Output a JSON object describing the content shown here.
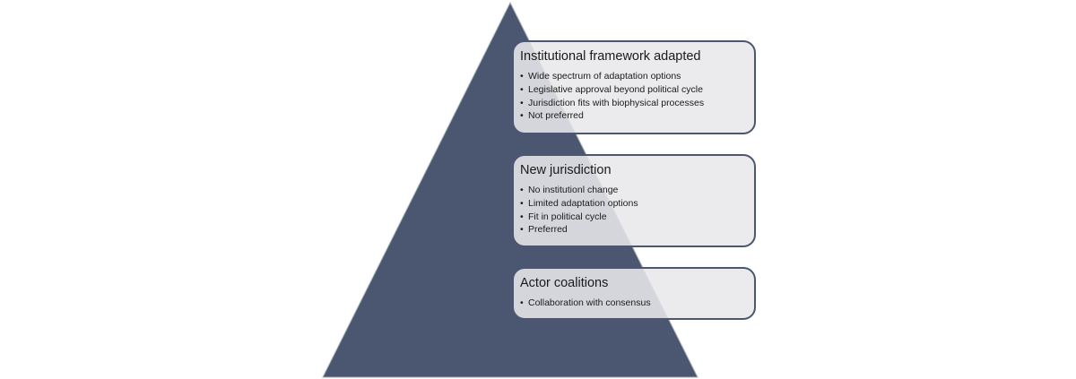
{
  "diagram": {
    "pyramid_color": "#4b5670",
    "card_border_color": "#4b5670",
    "card_fill_color": "#e8e8ea",
    "levels": [
      {
        "title": "Institutional framework adapted",
        "items": [
          "Wide spectrum of adaptation options",
          "Legislative approval beyond political cycle",
          "Jurisdiction fits with biophysical processes",
          "Not preferred"
        ]
      },
      {
        "title": "New jurisdiction",
        "items": [
          "No institutionl change",
          "Limited adaptation options",
          "Fit in political cycle",
          "Preferred"
        ]
      },
      {
        "title": "Actor coalitions",
        "items": [
          "Collaboration with consensus"
        ]
      }
    ]
  }
}
